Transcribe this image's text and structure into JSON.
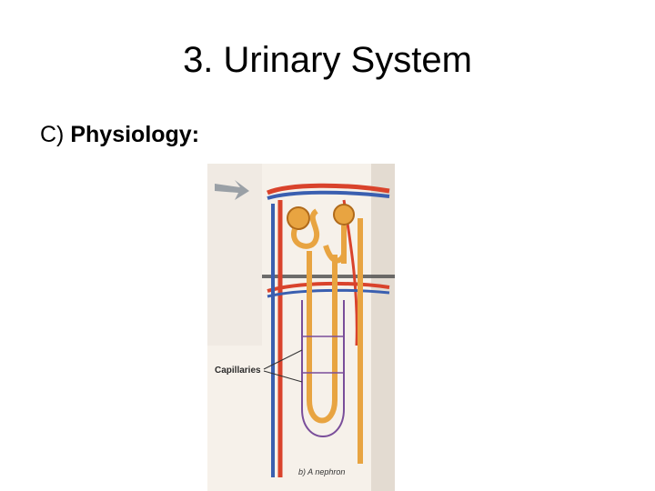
{
  "slide": {
    "title": "3. Urinary System",
    "subheading_prefix": "C)",
    "subheading_bold": "Physiology:"
  },
  "figure": {
    "callout_label": "Capillaries",
    "caption": "b) A nephron"
  },
  "colors": {
    "background": "#ffffff",
    "artery": "#d9432c",
    "vein": "#3a5fb0",
    "tubule": "#e8a441"
  }
}
